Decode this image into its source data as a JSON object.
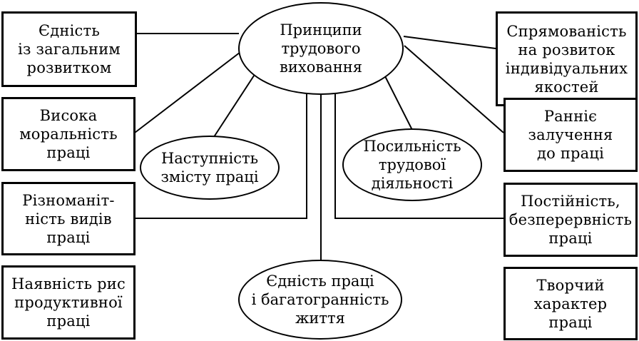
{
  "diagram": {
    "center": "Принципи\nтрудового\nвиховання",
    "ellipses": {
      "continuity": "Наступність\nзмісту праці",
      "feasibility": "Посильність\nтрудової\nдіяльності",
      "unity": "Єдність праці\nі багатогранність\nжиття"
    },
    "left_boxes": {
      "unity_general": "Єдність\nіз загальним\nрозвитком",
      "high_morality": "Висока\nморальність\nпраці",
      "diversity": "Різноманіт-\nність видів\nпраці",
      "productive": "Наявність рис\nпродуктивної\nпраці"
    },
    "right_boxes": {
      "direction": "Спрямованість\nна розвиток\nіндивідуальних\nякостей",
      "early": "Ранніє\nзалучення\nдо праці",
      "constancy": "Постійність,\nбезперервність\nпраці",
      "creative": "Творчий\nхарактер\nпраці"
    }
  }
}
